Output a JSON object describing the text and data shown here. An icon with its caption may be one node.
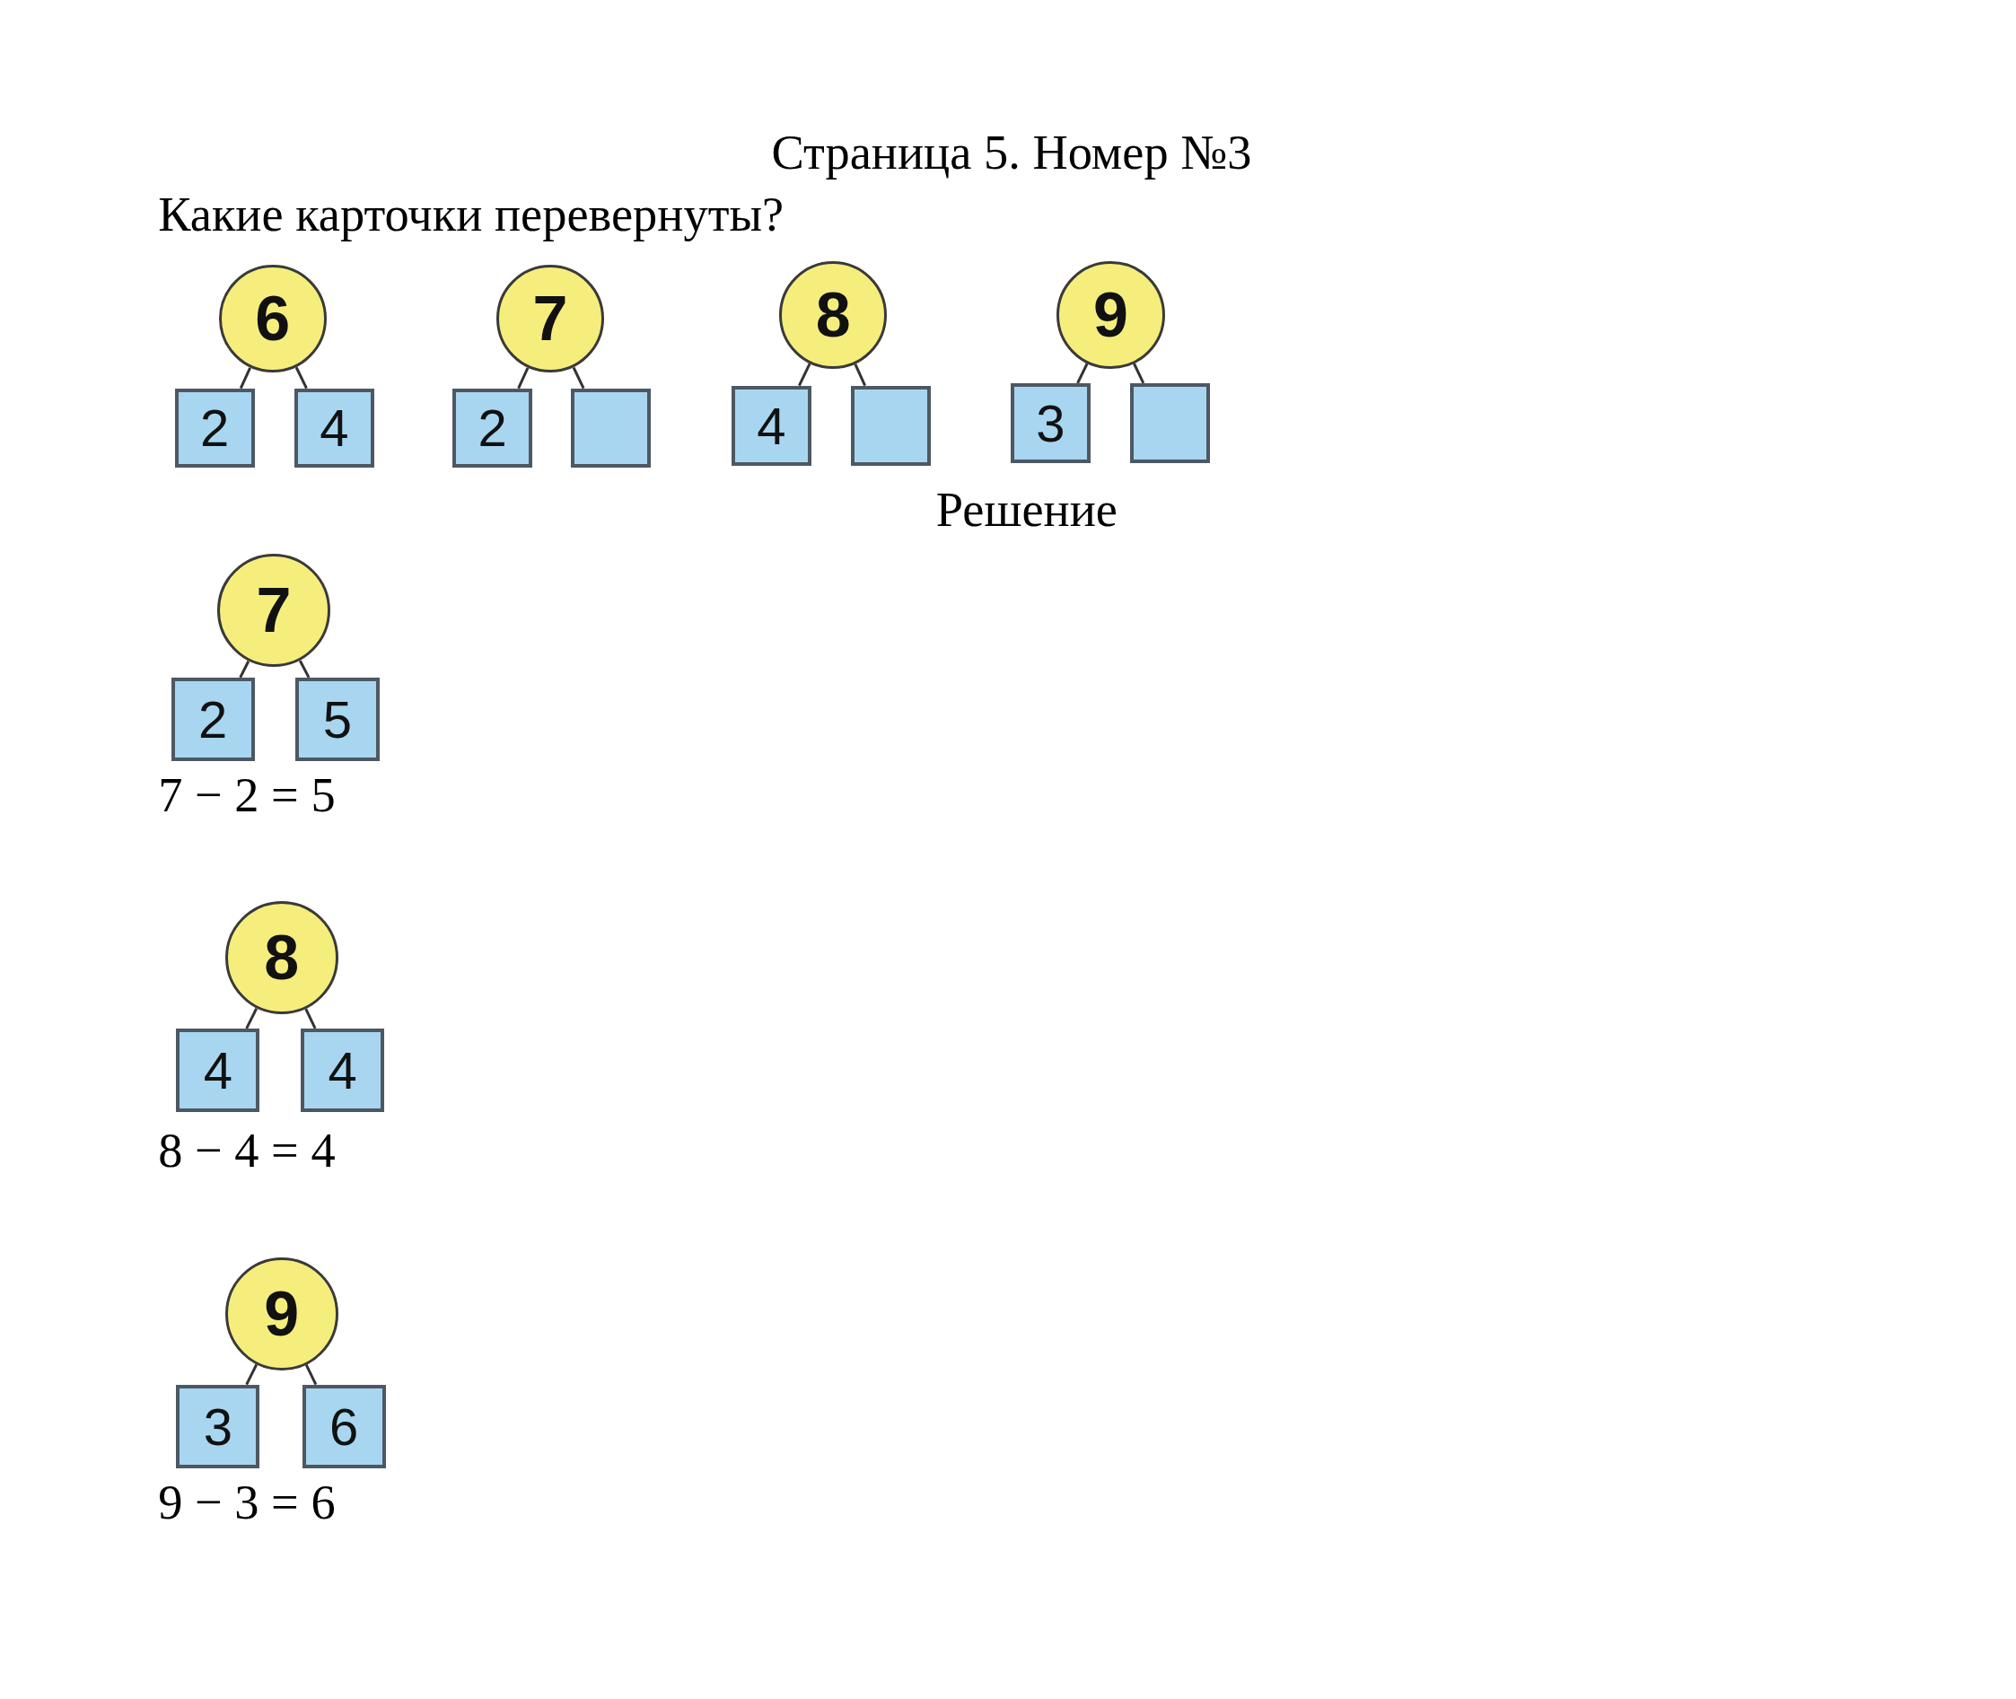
{
  "diagram": {
    "title": "Страница 5. Номер №3",
    "nodes": [
      {
        "text": [
          "6"
        ]
      },
      {
        "text": [
          "2"
        ]
      },
      {
        "text": [
          "4"
        ]
      },
      {
        "text": [
          "7"
        ]
      },
      {
        "text": [
          "2"
        ]
      },
      {
        "text": [],
        "shape": "box"
      },
      {
        "text": [
          "8"
        ]
      },
      {
        "text": [
          "4"
        ]
      },
      {
        "text": [],
        "shape": "box"
      },
      {
        "text": [
          "9"
        ]
      },
      {
        "text": [
          "3"
        ]
      },
      {
        "text": [],
        "shape": "box"
      },
      {
        "text": [
          "7"
        ]
      },
      {
        "text": [
          "2"
        ]
      },
      {
        "text": [
          "5"
        ]
      },
      {
        "text": [
          "8"
        ]
      },
      {
        "text": [
          "4"
        ]
      },
      {
        "text": [
          "4"
        ]
      },
      {
        "text": [
          "9"
        ]
      },
      {
        "text": [
          "3"
        ]
      },
      {
        "text": [
          "6"
        ]
      }
    ],
    "edges": [
      {
        "from": 0,
        "to": 1,
        "arrow": "none"
      },
      {
        "from": 0,
        "to": 2,
        "arrow": "none"
      },
      {
        "from": 3,
        "to": 4,
        "arrow": "none"
      },
      {
        "from": 3,
        "to": 5,
        "arrow": "none"
      },
      {
        "from": 6,
        "to": 7,
        "arrow": "none"
      },
      {
        "from": 6,
        "to": 8,
        "arrow": "none"
      },
      {
        "from": 9,
        "to": 10,
        "arrow": "none"
      },
      {
        "from": 9,
        "to": 11,
        "arrow": "none"
      },
      {
        "from": 12,
        "to": 13,
        "arrow": "none"
      },
      {
        "from": 12,
        "to": 14,
        "arrow": "none"
      },
      {
        "from": 15,
        "to": 16,
        "arrow": "none"
      },
      {
        "from": 15,
        "to": 17,
        "arrow": "none"
      },
      {
        "from": 18,
        "to": 19,
        "arrow": "none"
      },
      {
        "from": 18,
        "to": 20,
        "arrow": "none"
      }
    ],
    "labels": [
      "Какие карточки перевернуты?",
      "Решение",
      "7 − 2 = 5",
      "8 − 4 = 4",
      "9 − 3 = 6"
    ]
  }
}
